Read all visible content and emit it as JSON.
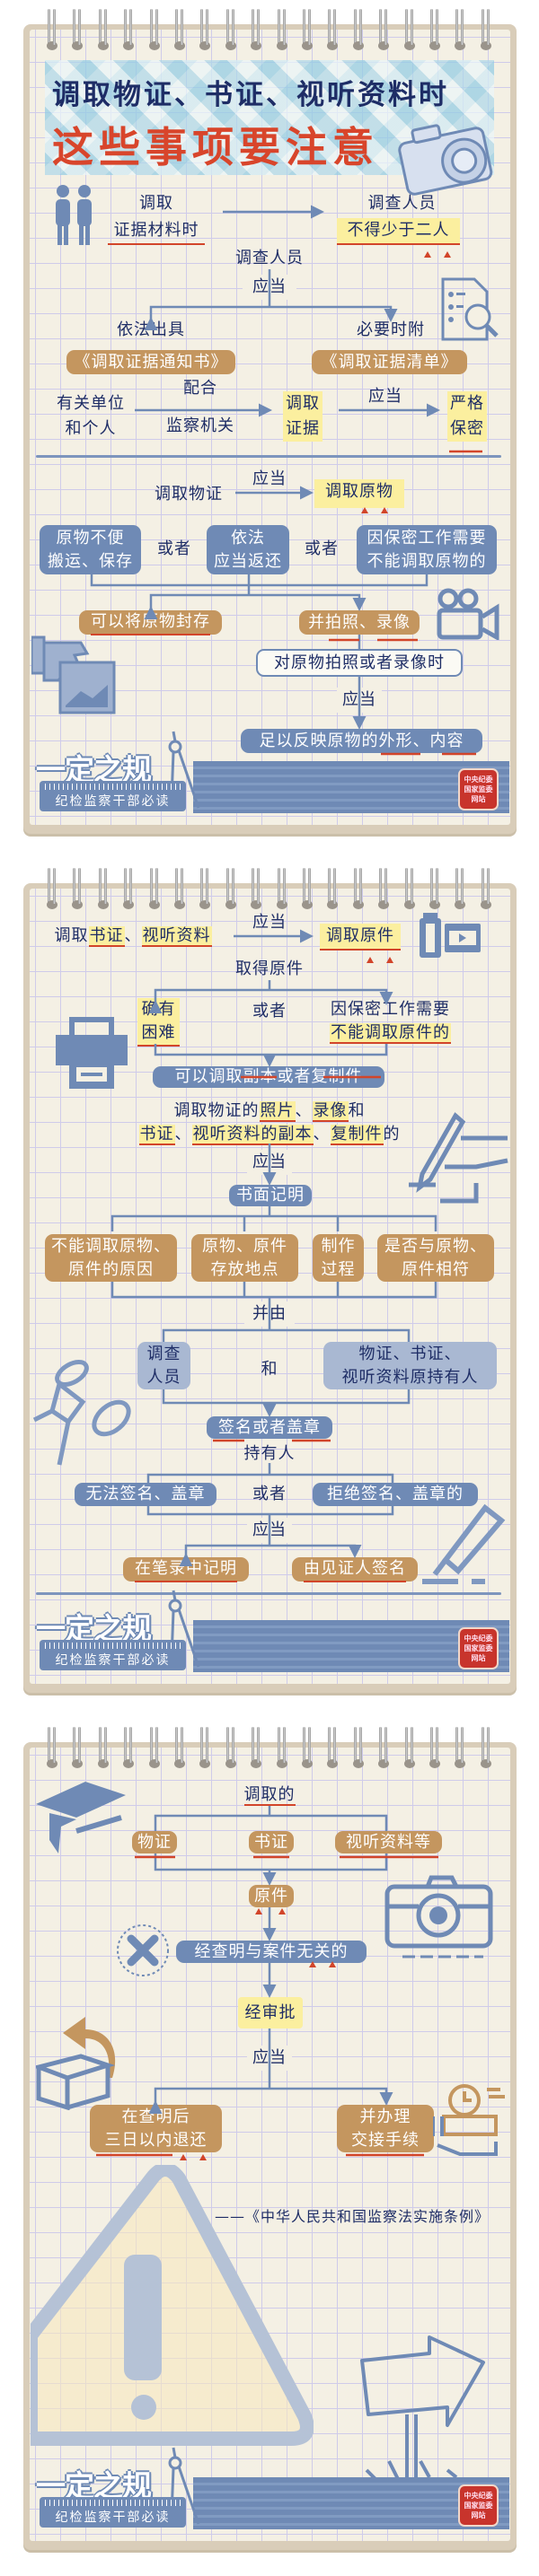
{
  "colors": {
    "blue": "#6f8ab5",
    "brown": "#c4965f",
    "navy": "#1e2d66",
    "red": "#d2452a",
    "highlight": "#fbef9f",
    "paper": "#f4f0e4"
  },
  "title": {
    "line1": "调取物证、书证、视听资料时",
    "line2": "这些事项要注意"
  },
  "card1": {
    "retrieve": "调取",
    "evidence_time": "证据材料时",
    "investigators": "调查人员",
    "min_two": "不得少于二人",
    "investigators2": "调查人员",
    "should": "应当",
    "issue_by_law": "依法出具",
    "attach_when_needed": "必要时附",
    "notice": "《调取证据通知书》",
    "list": "《调取证据清单》",
    "units": "有关单位\n和个人",
    "cooperate": "配合\n\n监察机关",
    "retrieve_evidence": "调取\n证据",
    "should2": "应当",
    "confidential": "严格\n保密",
    "retrieve_physical": "调取物证",
    "should3": "应当",
    "retrieve_original": "调取原物",
    "reasons": [
      "原物不便\n搬运、保存",
      "依法\n应当返还",
      "因保密工作需要\n不能调取原物的"
    ],
    "or": "或者",
    "seal_original": "可以将原物封存",
    "photo_video": "并拍照、录像",
    "when_photo": "对原物拍照或者录像时",
    "should4": "应当",
    "reflect": "足以反映原物的外形、内容"
  },
  "card2": {
    "head_prefix": "调取",
    "head_doc": "书证",
    "head_sep": "、",
    "head_av": "视听资料",
    "should": "应当",
    "retrieve_original": "调取原件",
    "obtain_original": "取得原件",
    "difficult": "确有\n困难",
    "or": "或者",
    "secret_line1": "因保密工作需要",
    "secret_line2": "不能调取原件的",
    "copy": "可以调取副本或者复制件",
    "l1": [
      "调取物证的",
      "照片",
      "、",
      "录像",
      "和"
    ],
    "l2": [
      "书证",
      "、",
      "视听资料的副本",
      "、",
      "复制件",
      "的"
    ],
    "should2": "应当",
    "record": "书面记明",
    "items": [
      "不能调取原物、\n原件的原因",
      "原物、原件\n存放地点",
      "制作\n过程",
      "是否与原物、\n原件相符"
    ],
    "and_by": "并由",
    "investigators": "调查\n人员",
    "and": "和",
    "holders": "物证、书证、\n视听资料原持有人",
    "sign": "签名或者盖章",
    "holder": "持有人",
    "cannot_sign": "无法签名、盖章",
    "refuse_sign": "拒绝签名、盖章的",
    "should3": "应当",
    "note": "在笔录中记明",
    "witness": "由见证人签名"
  },
  "card3": {
    "retrieved": "调取的",
    "types": [
      "物证",
      "书证",
      "视听资料等"
    ],
    "original": "原件",
    "unrelated": "经查明与案件无关的",
    "approval": "经审批",
    "should": "应当",
    "return": "在查明后\n三日以内退还",
    "handover": "并办理\n交接手续",
    "citation": "——《中华人民共和国监察法实施条例》"
  },
  "footer": {
    "logo": "一定之规",
    "subtitle": "纪检监察干部必读",
    "seal": "中央纪委\n国家监委\n网站"
  }
}
